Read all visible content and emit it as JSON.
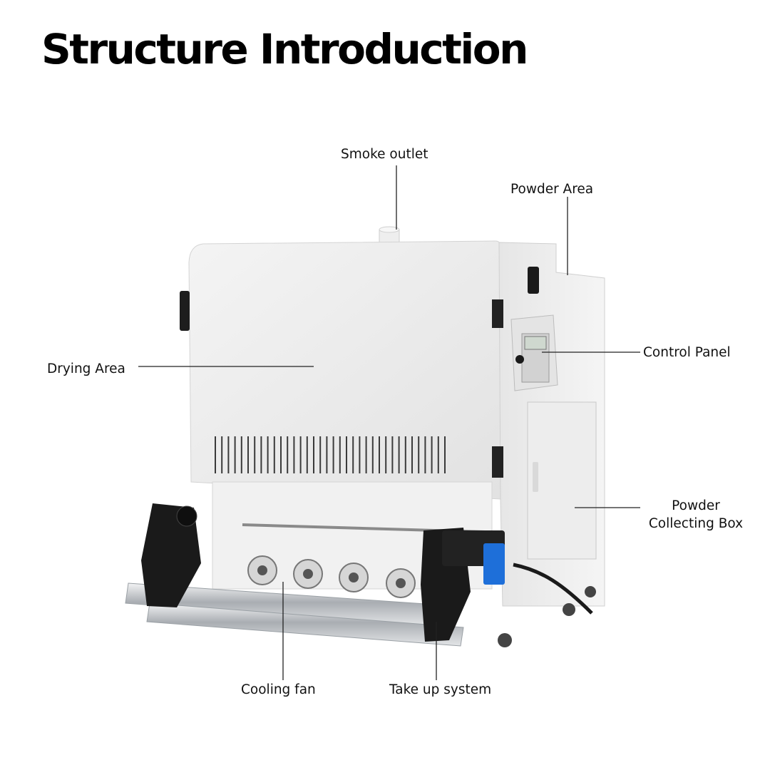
{
  "title": "Structure Introduction",
  "labels": {
    "smoke_outlet": "Smoke outlet",
    "powder_area": "Powder Area",
    "drying_area": "Drying Area",
    "control_panel": "Control Panel",
    "powder_collecting_box_line1": "Powder",
    "powder_collecting_box_line2": "Collecting Box",
    "cooling_fan": "Cooling fan",
    "take_up_system": "Take up system"
  },
  "colors": {
    "machine_body": "#ececec",
    "machine_shadow": "#d2d2d2",
    "roller_black": "#1a1a1a",
    "motor_blue": "#1e6fd9",
    "steel": "#b9bdc2"
  }
}
